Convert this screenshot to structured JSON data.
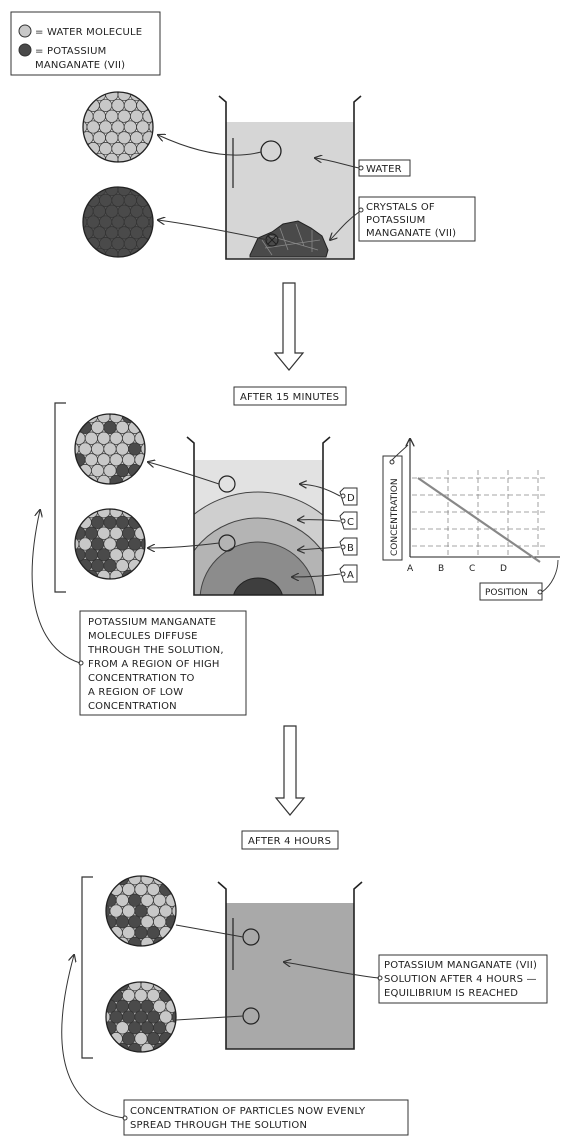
{
  "legend": {
    "water": "= WATER  MOLECULE",
    "kmno4_line1": "= POTASSIUM",
    "kmno4_line2": "MANGANATE  (VII)"
  },
  "stage1": {
    "water_label": "WATER",
    "crystals_line1": "CRYSTALS  OF",
    "crystals_line2": "POTASSIUM",
    "crystals_line3": "MANGANATE  (VII)"
  },
  "stage2": {
    "title": "AFTER  15 MINUTES",
    "regions": [
      "D",
      "C",
      "B",
      "A"
    ],
    "note_lines": [
      "POTASSIUM  MANGANATE",
      "MOLECULES  DIFFUSE",
      "THROUGH  THE  SOLUTION,",
      "FROM  A  REGION  OF  HIGH",
      "CONCENTRATION   TO",
      "A  REGION  OF  LOW",
      "CONCENTRATION"
    ]
  },
  "chart": {
    "ylabel": "CONCENTRATION",
    "xlabel": "POSITION",
    "ticks": [
      "A",
      "B",
      "C",
      "D"
    ]
  },
  "chart_data": {
    "type": "line",
    "categories": [
      "A",
      "B",
      "C",
      "D"
    ],
    "values": [
      4,
      3,
      2,
      1
    ],
    "xlabel": "POSITION",
    "ylabel": "CONCENTRATION"
  },
  "stage3": {
    "title": "AFTER  4 HOURS",
    "solution_lines": [
      "POTASSIUM  MANGANATE  (VII)",
      "SOLUTION  AFTER  4 HOURS —",
      "EQUILIBRIUM  IS  REACHED"
    ],
    "note_lines": [
      "CONCENTRATION  OF  PARTICLES  NOW  EVENLY",
      "SPREAD  THROUGH   THE   SOLUTION"
    ]
  },
  "colors": {
    "water": "#c8c8c8",
    "kmno4": "#4a4a4a",
    "solution_light": "#d6d6d6",
    "solution_final": "#a9a9a9"
  }
}
